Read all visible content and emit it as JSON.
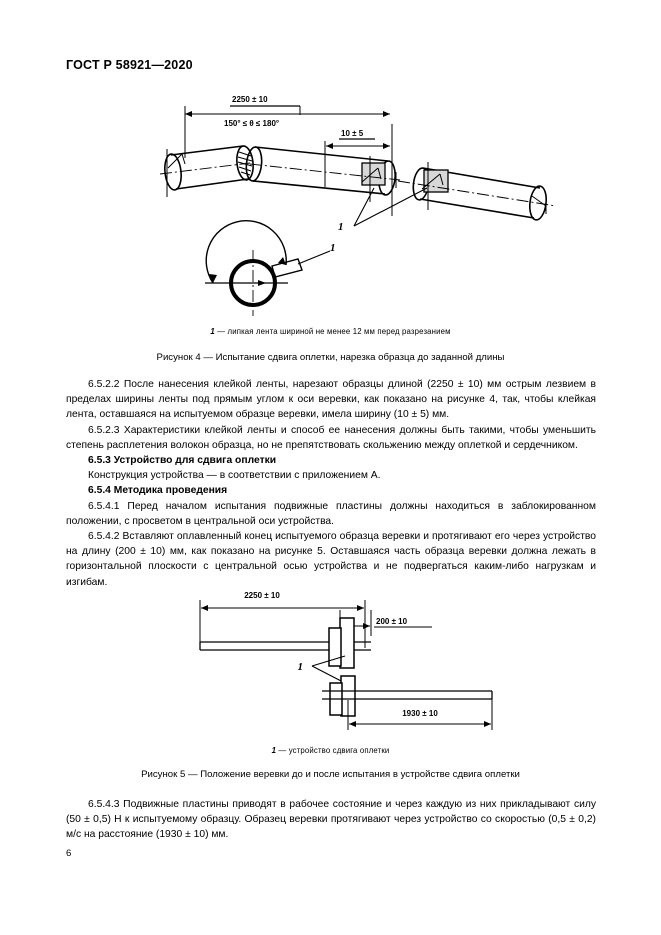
{
  "header": {
    "standard_title": "ГОСТ Р 58921—2020"
  },
  "figure4": {
    "dimensions": {
      "length": "2250 ± 10",
      "tape_width": "10 ± 5",
      "angle": "150° ≤ θ ≤ 180°",
      "keynum": "1"
    },
    "legend_key": "1",
    "legend_dash": "—",
    "legend_text": "липкая лента шириной не менее 12 мм перед разрезанием",
    "caption": "Рисунок 4 — Испытание сдвига оплетки, нарезка образца до заданной длины"
  },
  "figure5": {
    "dimensions": {
      "total_length": "2250 ± 10",
      "insert_length": "200 ± 10",
      "pull_distance": "1930 ± 10",
      "keynum": "1"
    },
    "legend_key": "1",
    "legend_dash": "—",
    "legend_text": "устройство сдвига оплетки",
    "caption": "Рисунок 5 — Положение веревки до и после испытания в устройстве сдвига оплетки"
  },
  "body_top": {
    "p_6522": "6.5.2.2 После нанесения клейкой ленты, нарезают образцы длиной (2250 ± 10) мм острым лезвием в пределах ширины ленты под прямым углом к оси веревки, как показано на рисунке 4, так, чтобы клейкая лента, оставшаяся на испытуемом образце веревки, имела ширину (10 ± 5) мм.",
    "p_6523": "6.5.2.3 Характеристики клейкой ленты и способ ее нанесения должны быть такими, чтобы уменьшить степень расплетения волокон образца, но не препятствовать скольжению между оплеткой и сердечником.",
    "h_653": "6.5.3 Устройство для сдвига оплетки",
    "p_653": "Конструкция устройства — в соответствии с приложением А.",
    "h_654": "6.5.4 Методика проведения",
    "p_6541": "6.5.4.1 Перед началом испытания подвижные пластины должны находиться в заблокированном положении, с просветом в центральной оси устройства.",
    "p_6542": "6.5.4.2 Вставляют оплавленный конец испытуемого образца веревки и протягивают его через устройство на длину (200 ± 10) мм, как показано на рисунке 5. Оставшаяся часть образца веревки должна лежать в горизонтальной плоскости с центральной осью устройства и не подвергаться каким-либо нагрузкам и изгибам."
  },
  "body_bottom": {
    "p_6543": "6.5.4.3 Подвижные пластины приводят в рабочее состояние и через каждую из них прикладывают силу (50 ± 0,5) Н к испытуемому образцу. Образец веревки протягивают через устройство со скоростью (0,5 ± 0,2) м/с на расстояние (1930 ± 10) мм."
  },
  "footer": {
    "page_number": "6"
  },
  "colors": {
    "ink": "#000000",
    "paper": "#ffffff"
  }
}
